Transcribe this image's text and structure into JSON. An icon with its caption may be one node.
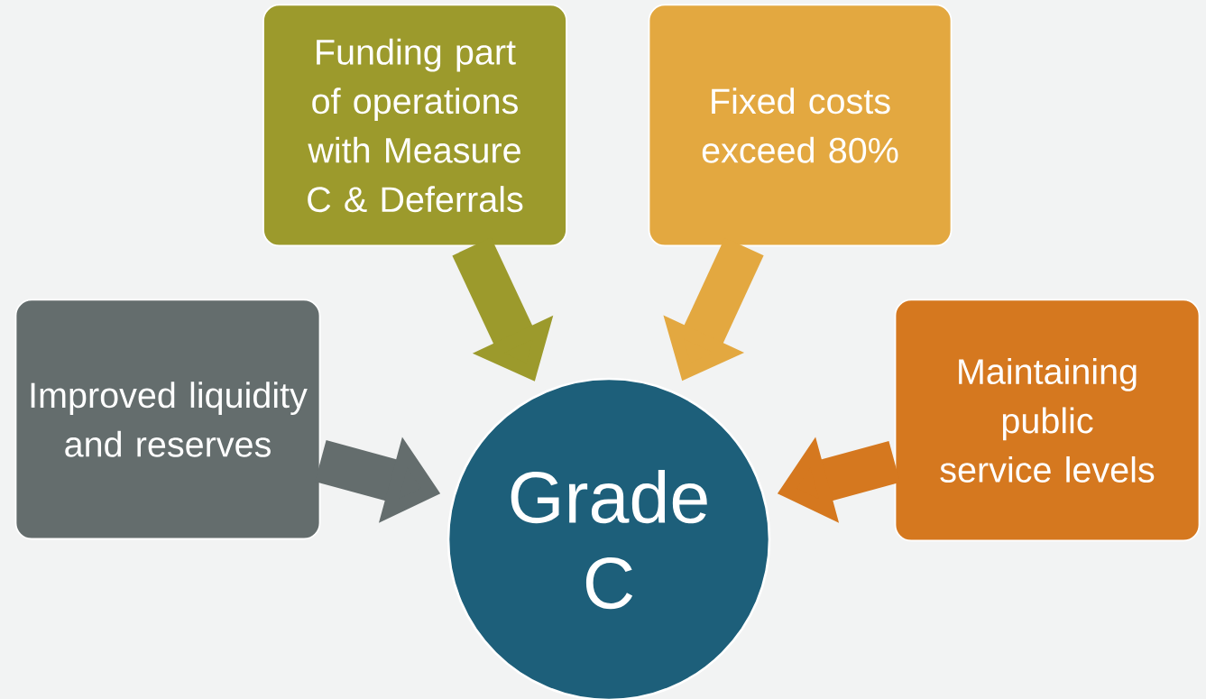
{
  "diagram": {
    "nodes": [
      {
        "text": [
          "Funding part of operations with Measure C & Deferrals"
        ]
      },
      {
        "text": [
          "Fixed costs exceed 80%"
        ]
      },
      {
        "text": [
          "Improved liquidity and reserves"
        ]
      },
      {
        "text": [
          "Maintaining public service levels"
        ]
      },
      {
        "text": [
          "Grade C"
        ]
      }
    ],
    "edges": [
      {
        "from": 0,
        "to": 4,
        "arrow": "to",
        "color": "#9c9a2c"
      },
      {
        "from": 1,
        "to": 4,
        "arrow": "to",
        "color": "#e3a840"
      },
      {
        "from": 2,
        "to": 4,
        "arrow": "to",
        "color": "#646d6d"
      },
      {
        "from": 3,
        "to": 4,
        "arrow": "to",
        "color": "#d5781f"
      }
    ]
  }
}
